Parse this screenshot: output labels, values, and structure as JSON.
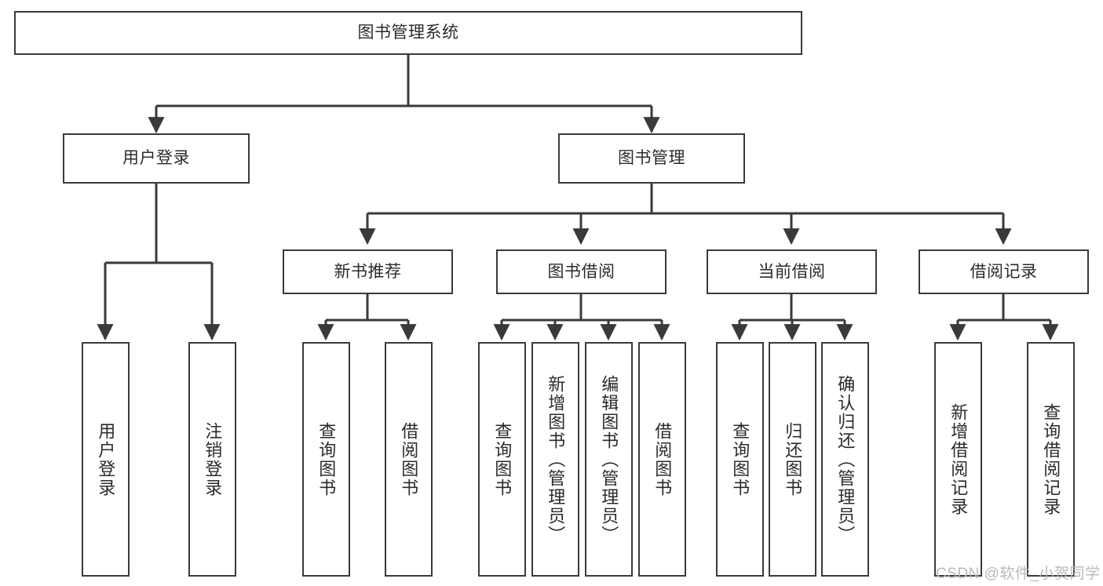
{
  "diagram": {
    "title": "图书管理系统",
    "type": "tree-hierarchy",
    "root": {
      "id": "root",
      "label": "图书管理系统"
    },
    "level2": [
      {
        "id": "login",
        "label": "用户登录"
      },
      {
        "id": "bookmgmt",
        "label": "图书管理"
      }
    ],
    "level3": [
      {
        "id": "newbook",
        "label": "新书推荐"
      },
      {
        "id": "borrow",
        "label": "图书借阅"
      },
      {
        "id": "current",
        "label": "当前借阅"
      },
      {
        "id": "records",
        "label": "借阅记录"
      }
    ],
    "leaves": {
      "login": [
        {
          "id": "leaf-user-login",
          "label": "用户登录"
        },
        {
          "id": "leaf-logout",
          "label": "注销登录"
        }
      ],
      "newbook": [
        {
          "id": "leaf-query-book-1",
          "label": "查询图书"
        },
        {
          "id": "leaf-borrow-book-1",
          "label": "借阅图书"
        }
      ],
      "borrow": [
        {
          "id": "leaf-query-book-2",
          "label": "查询图书"
        },
        {
          "id": "leaf-add-book",
          "label": "新增图书（管理员）"
        },
        {
          "id": "leaf-edit-book",
          "label": "编辑图书（管理员）"
        },
        {
          "id": "leaf-borrow-book-2",
          "label": "借阅图书"
        }
      ],
      "current": [
        {
          "id": "leaf-query-book-3",
          "label": "查询图书"
        },
        {
          "id": "leaf-return-book",
          "label": "归还图书"
        },
        {
          "id": "leaf-confirm-return",
          "label": "确认归还（管理员）"
        }
      ],
      "records": [
        {
          "id": "leaf-add-record",
          "label": "新增借阅记录"
        },
        {
          "id": "leaf-query-record",
          "label": "查询借阅记录"
        }
      ]
    }
  },
  "watermark": {
    "text": "CSDN @软件_小贺同学"
  },
  "colors": {
    "stroke": "#3a3a3a",
    "text": "#2b2b2b",
    "background": "#ffffff",
    "watermark": "#b9b9b9"
  }
}
